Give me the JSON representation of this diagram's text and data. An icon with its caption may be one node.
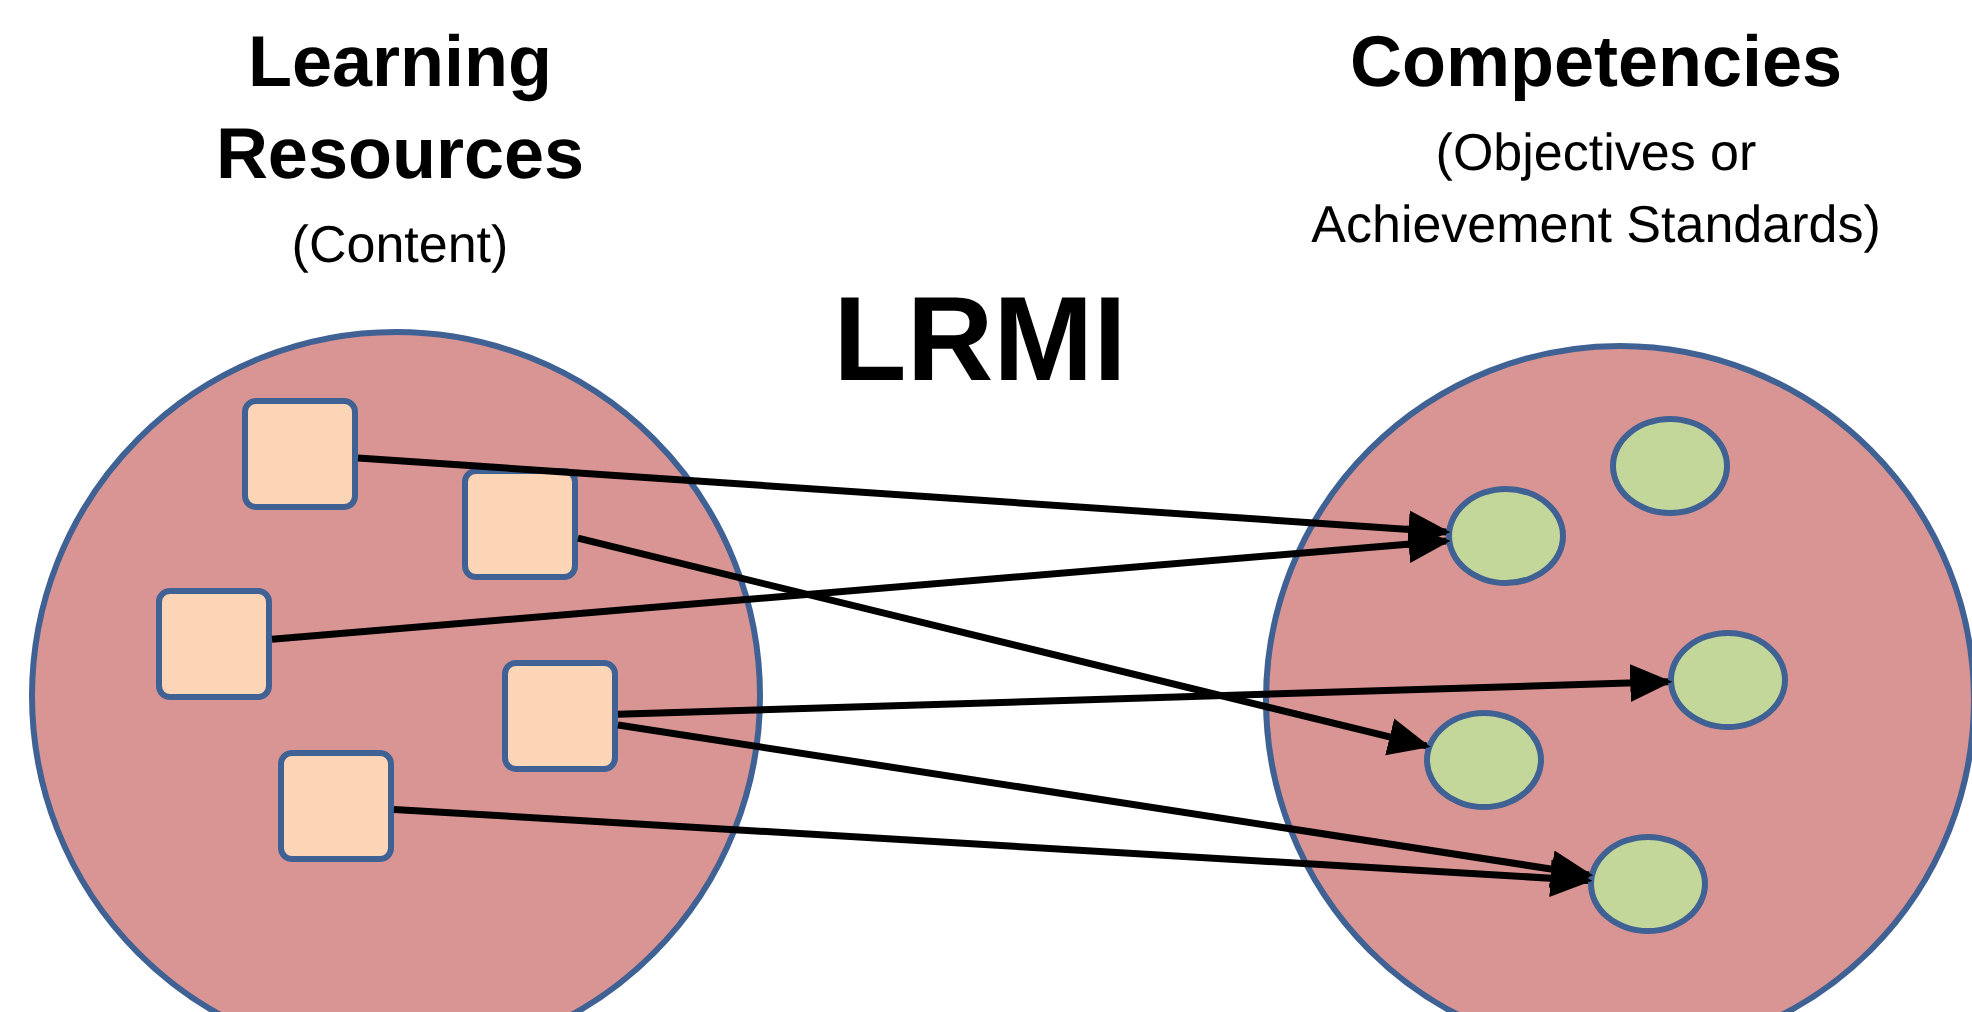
{
  "diagram": {
    "title": "LRMI",
    "nodes": [
      {
        "text": [
          "Learning Resources",
          "(Content)"
        ]
      },
      {
        "text": [
          "Competencies",
          "(Objectives or Achievement Standards)"
        ]
      },
      {
        "text": [],
        "shape": "box",
        "in": 0
      },
      {
        "text": [],
        "shape": "box",
        "in": 0
      },
      {
        "text": [],
        "shape": "box",
        "in": 0
      },
      {
        "text": [],
        "shape": "box",
        "in": 0
      },
      {
        "text": [],
        "shape": "box",
        "in": 0
      },
      {
        "text": [],
        "shape": "circle",
        "in": 1
      },
      {
        "text": [],
        "shape": "circle",
        "in": 1
      },
      {
        "text": [],
        "shape": "circle",
        "in": 1
      },
      {
        "text": [],
        "shape": "circle",
        "in": 1
      },
      {
        "text": [],
        "shape": "circle",
        "in": 1
      }
    ],
    "edges": [
      {
        "from": 2,
        "to": 8,
        "arrow": "to"
      },
      {
        "from": 3,
        "to": 10,
        "arrow": "to"
      },
      {
        "from": 4,
        "to": 8,
        "arrow": "to"
      },
      {
        "from": 5,
        "to": 9,
        "arrow": "to"
      },
      {
        "from": 5,
        "to": 11,
        "arrow": "to"
      },
      {
        "from": 6,
        "to": 11,
        "arrow": "to"
      }
    ]
  }
}
